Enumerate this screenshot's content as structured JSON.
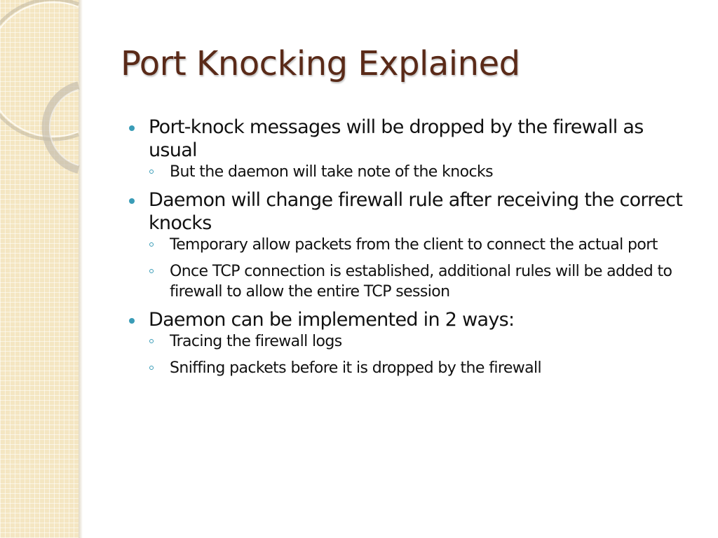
{
  "slide": {
    "title": "Port Knocking Explained",
    "bullets": [
      {
        "text": "Port-knock messages will be dropped by the firewall as usual",
        "sub": [
          "But the daemon will take note of the knocks"
        ]
      },
      {
        "text": "Daemon will change firewall rule after receiving the correct knocks",
        "sub": [
          "Temporary allow packets from the client to connect the actual port",
          "Once TCP connection is established, additional rules will be added to firewall to allow the entire TCP session"
        ]
      },
      {
        "text": "Daemon can be implemented in 2 ways:",
        "sub": [
          "Tracing the firewall logs",
          "Sniffing packets before it is dropped by the firewall"
        ]
      }
    ]
  },
  "theme": {
    "title_color": "#5a2a18",
    "bullet_color": "#3a9cb7",
    "side_panel_color": "#f4e6c2"
  }
}
